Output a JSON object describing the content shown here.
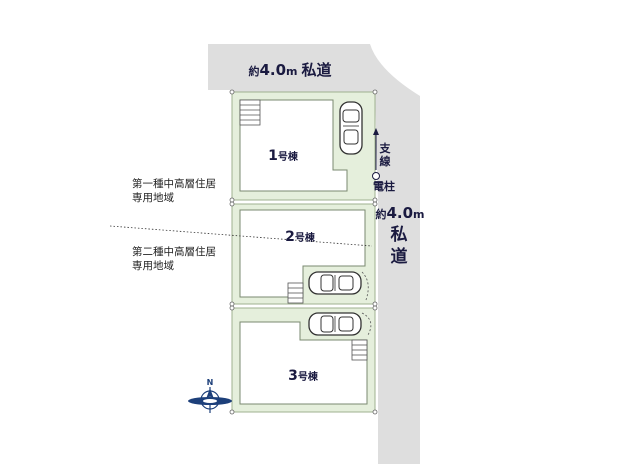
{
  "colors": {
    "road": "#dedede",
    "lot": "#e5efdc",
    "lot_border": "#9fb08f",
    "building": "#ffffff",
    "building_border": "#7a8a70",
    "text": "#1a1a40",
    "compass": "#1d3f7a"
  },
  "roads": {
    "north": {
      "approx": "約",
      "width": "4.0",
      "unit": "m",
      "name": "私道"
    },
    "east": {
      "approx": "約",
      "width": "4.0",
      "unit": "m",
      "name": "私道"
    },
    "branch_line": "支線",
    "utility_pole": "電柱"
  },
  "buildings": [
    {
      "number": "1",
      "suffix": "号棟"
    },
    {
      "number": "2",
      "suffix": "号棟"
    },
    {
      "number": "3",
      "suffix": "号棟"
    }
  ],
  "zones": {
    "upper": {
      "line1": "第一種中高層住居",
      "line2": "専用地域"
    },
    "lower": {
      "line1": "第二種中高層住居",
      "line2": "専用地域"
    }
  },
  "compass": {
    "label": "N",
    "icon": "north-arrow-icon"
  },
  "icons": [
    "car-icon",
    "stairs-icon",
    "north-arrow-icon",
    "utility-pole-icon"
  ]
}
